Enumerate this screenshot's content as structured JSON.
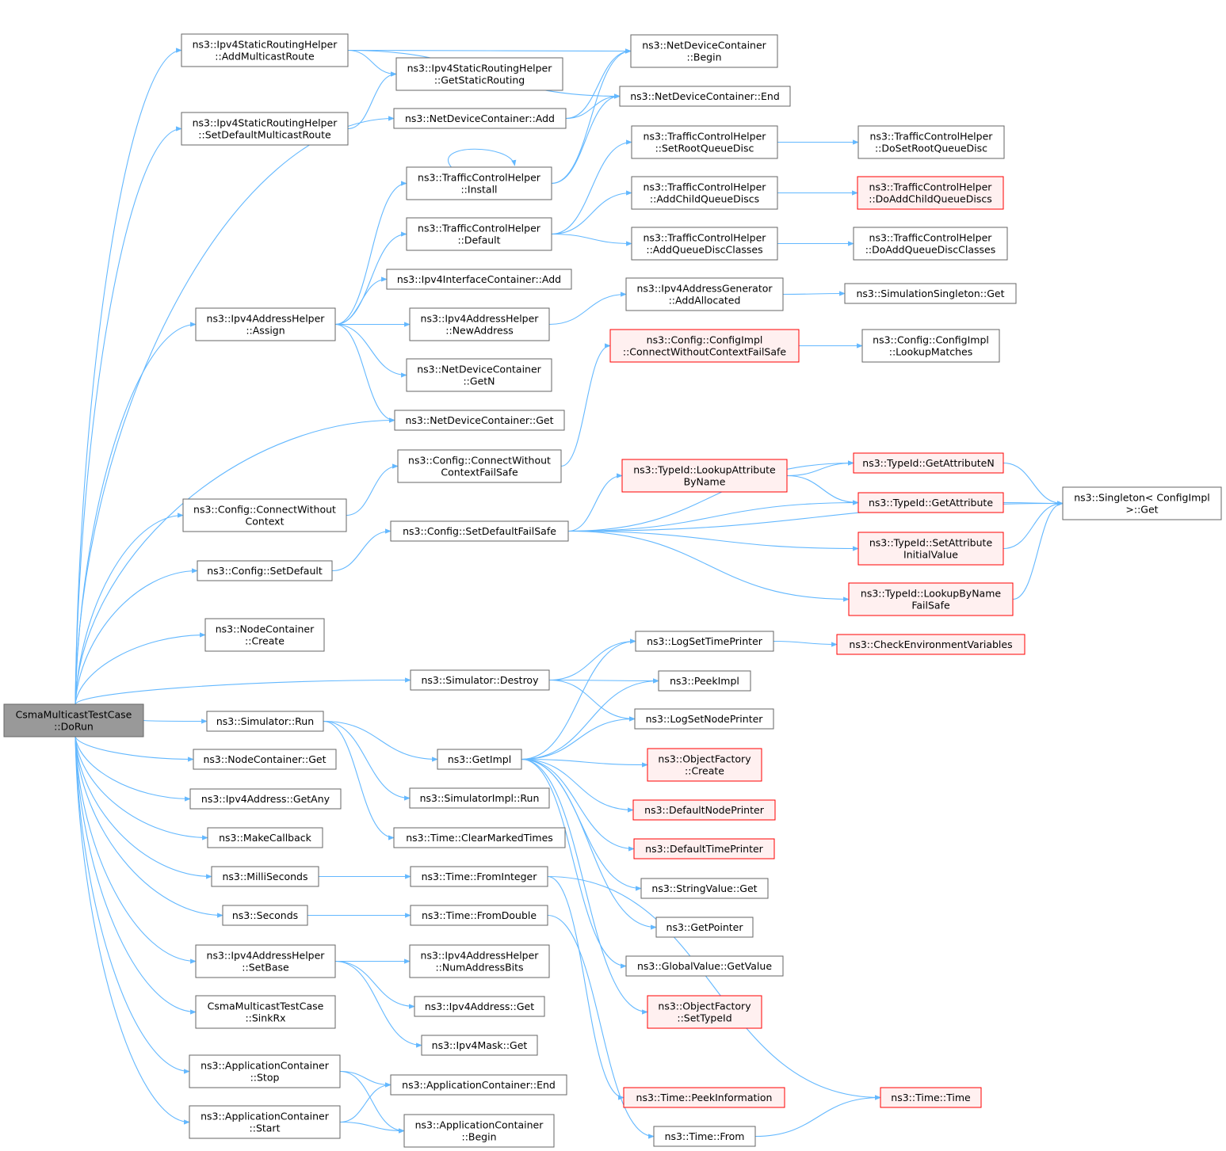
{
  "graph": {
    "colors": {
      "edge": "#63b8ff",
      "node_border": "#666666",
      "node_fill": "#ffffff",
      "root_fill": "#999999",
      "truncated_border": "#ff0000",
      "truncated_fill": "#fff0f0"
    },
    "nodes": [
      {
        "id": "dorun",
        "lines": [
          "CsmaMulticastTestCase",
          "::DoRun"
        ],
        "style": "root"
      },
      {
        "id": "addmcroute",
        "lines": [
          "ns3::Ipv4StaticRoutingHelper",
          "::AddMulticastRoute"
        ],
        "style": "normal"
      },
      {
        "id": "setdefmc",
        "lines": [
          "ns3::Ipv4StaticRoutingHelper",
          "::SetDefaultMulticastRoute"
        ],
        "style": "normal"
      },
      {
        "id": "addrassign",
        "lines": [
          "ns3::Ipv4AddressHelper",
          "::Assign"
        ],
        "style": "normal"
      },
      {
        "id": "cfgconnwo",
        "lines": [
          "ns3::Config::ConnectWithout",
          "Context"
        ],
        "style": "normal"
      },
      {
        "id": "cfgsetdef",
        "lines": [
          "ns3::Config::SetDefault"
        ],
        "style": "normal"
      },
      {
        "id": "nccreate",
        "lines": [
          "ns3::NodeContainer",
          "::Create"
        ],
        "style": "normal"
      },
      {
        "id": "simrun",
        "lines": [
          "ns3::Simulator::Run"
        ],
        "style": "normal"
      },
      {
        "id": "ncget",
        "lines": [
          "ns3::NodeContainer::Get"
        ],
        "style": "normal"
      },
      {
        "id": "ipv4any",
        "lines": [
          "ns3::Ipv4Address::GetAny"
        ],
        "style": "normal"
      },
      {
        "id": "makecb",
        "lines": [
          "ns3::MakeCallback"
        ],
        "style": "normal"
      },
      {
        "id": "millis",
        "lines": [
          "ns3::MilliSeconds"
        ],
        "style": "normal"
      },
      {
        "id": "seconds",
        "lines": [
          "ns3::Seconds"
        ],
        "style": "normal"
      },
      {
        "id": "setbase",
        "lines": [
          "ns3::Ipv4AddressHelper",
          "::SetBase"
        ],
        "style": "normal"
      },
      {
        "id": "sinkrx",
        "lines": [
          "CsmaMulticastTestCase",
          "::SinkRx"
        ],
        "style": "normal"
      },
      {
        "id": "appstop",
        "lines": [
          "ns3::ApplicationContainer",
          "::Stop"
        ],
        "style": "normal"
      },
      {
        "id": "appstart",
        "lines": [
          "ns3::ApplicationContainer",
          "::Start"
        ],
        "style": "normal"
      },
      {
        "id": "getstatic",
        "lines": [
          "ns3::Ipv4StaticRoutingHelper",
          "::GetStaticRouting"
        ],
        "style": "normal"
      },
      {
        "id": "ndcadd",
        "lines": [
          "ns3::NetDeviceContainer::Add"
        ],
        "style": "normal"
      },
      {
        "id": "tchinstall",
        "lines": [
          "ns3::TrafficControlHelper",
          "::Install"
        ],
        "style": "normal"
      },
      {
        "id": "tchdefault",
        "lines": [
          "ns3::TrafficControlHelper",
          "::Default"
        ],
        "style": "normal"
      },
      {
        "id": "ifcadd",
        "lines": [
          "ns3::Ipv4InterfaceContainer::Add"
        ],
        "style": "normal"
      },
      {
        "id": "newaddr",
        "lines": [
          "ns3::Ipv4AddressHelper",
          "::NewAddress"
        ],
        "style": "normal"
      },
      {
        "id": "ndcgetn",
        "lines": [
          "ns3::NetDeviceContainer",
          "::GetN"
        ],
        "style": "normal"
      },
      {
        "id": "ndcget",
        "lines": [
          "ns3::NetDeviceContainer::Get"
        ],
        "style": "normal"
      },
      {
        "id": "cfgconnwofs",
        "lines": [
          "ns3::Config::ConnectWithout",
          "ContextFailSafe"
        ],
        "style": "normal"
      },
      {
        "id": "cfgsetdeffs",
        "lines": [
          "ns3::Config::SetDefaultFailSafe"
        ],
        "style": "normal"
      },
      {
        "id": "simdestroy",
        "lines": [
          "ns3::Simulator::Destroy"
        ],
        "style": "normal"
      },
      {
        "id": "getimpl",
        "lines": [
          "ns3::GetImpl"
        ],
        "style": "normal"
      },
      {
        "id": "simimplrun",
        "lines": [
          "ns3::SimulatorImpl::Run"
        ],
        "style": "normal"
      },
      {
        "id": "clearmarked",
        "lines": [
          "ns3::Time::ClearMarkedTimes"
        ],
        "style": "normal"
      },
      {
        "id": "fromint",
        "lines": [
          "ns3::Time::FromInteger"
        ],
        "style": "normal"
      },
      {
        "id": "fromdouble",
        "lines": [
          "ns3::Time::FromDouble"
        ],
        "style": "normal"
      },
      {
        "id": "numaddrbits",
        "lines": [
          "ns3::Ipv4AddressHelper",
          "::NumAddressBits"
        ],
        "style": "normal"
      },
      {
        "id": "ipv4addrget",
        "lines": [
          "ns3::Ipv4Address::Get"
        ],
        "style": "normal"
      },
      {
        "id": "ipv4maskget",
        "lines": [
          "ns3::Ipv4Mask::Get"
        ],
        "style": "normal"
      },
      {
        "id": "append",
        "lines": [
          "ns3::ApplicationContainer::End"
        ],
        "style": "normal"
      },
      {
        "id": "appbegin",
        "lines": [
          "ns3::ApplicationContainer",
          "::Begin"
        ],
        "style": "normal"
      },
      {
        "id": "ndcbegin",
        "lines": [
          "ns3::NetDeviceContainer",
          "::Begin"
        ],
        "style": "normal"
      },
      {
        "id": "ndcend",
        "lines": [
          "ns3::NetDeviceContainer::End"
        ],
        "style": "normal"
      },
      {
        "id": "setrootqd",
        "lines": [
          "ns3::TrafficControlHelper",
          "::SetRootQueueDisc"
        ],
        "style": "normal"
      },
      {
        "id": "addchildqd",
        "lines": [
          "ns3::TrafficControlHelper",
          "::AddChildQueueDiscs"
        ],
        "style": "normal"
      },
      {
        "id": "addqdclasses",
        "lines": [
          "ns3::TrafficControlHelper",
          "::AddQueueDiscClasses"
        ],
        "style": "normal"
      },
      {
        "id": "addralloc",
        "lines": [
          "ns3::Ipv4AddressGenerator",
          "::AddAllocated"
        ],
        "style": "normal"
      },
      {
        "id": "cfgimplconn",
        "lines": [
          "ns3::Config::ConfigImpl",
          "::ConnectWithoutContextFailSafe"
        ],
        "style": "truncated"
      },
      {
        "id": "lookupattr",
        "lines": [
          "ns3::TypeId::LookupAttribute",
          "ByName"
        ],
        "style": "truncated"
      },
      {
        "id": "logsettime",
        "lines": [
          "ns3::LogSetTimePrinter"
        ],
        "style": "normal"
      },
      {
        "id": "peekimpl",
        "lines": [
          "ns3::PeekImpl"
        ],
        "style": "normal"
      },
      {
        "id": "logsetnode",
        "lines": [
          "ns3::LogSetNodePrinter"
        ],
        "style": "normal"
      },
      {
        "id": "ofcreate",
        "lines": [
          "ns3::ObjectFactory",
          "::Create"
        ],
        "style": "truncated"
      },
      {
        "id": "defnodeprinter",
        "lines": [
          "ns3::DefaultNodePrinter"
        ],
        "style": "truncated"
      },
      {
        "id": "deftimeprinter",
        "lines": [
          "ns3::DefaultTimePrinter"
        ],
        "style": "truncated"
      },
      {
        "id": "strvalget",
        "lines": [
          "ns3::StringValue::Get"
        ],
        "style": "normal"
      },
      {
        "id": "getpointer",
        "lines": [
          "ns3::GetPointer"
        ],
        "style": "normal"
      },
      {
        "id": "gvgetvalue",
        "lines": [
          "ns3::GlobalValue::GetValue"
        ],
        "style": "normal"
      },
      {
        "id": "ofsettypeid",
        "lines": [
          "ns3::ObjectFactory",
          "::SetTypeId"
        ],
        "style": "truncated"
      },
      {
        "id": "peekinfo",
        "lines": [
          "ns3::Time::PeekInformation"
        ],
        "style": "truncated"
      },
      {
        "id": "timefrom",
        "lines": [
          "ns3::Time::From"
        ],
        "style": "normal"
      },
      {
        "id": "dosetroot",
        "lines": [
          "ns3::TrafficControlHelper",
          "::DoSetRootQueueDisc"
        ],
        "style": "normal"
      },
      {
        "id": "doaddchild",
        "lines": [
          "ns3::TrafficControlHelper",
          "::DoAddChildQueueDiscs"
        ],
        "style": "truncated"
      },
      {
        "id": "doaddclasses",
        "lines": [
          "ns3::TrafficControlHelper",
          "::DoAddQueueDiscClasses"
        ],
        "style": "normal"
      },
      {
        "id": "simsingleget",
        "lines": [
          "ns3::SimulationSingleton::Get"
        ],
        "style": "normal"
      },
      {
        "id": "lookupmatches",
        "lines": [
          "ns3::Config::ConfigImpl",
          "::LookupMatches"
        ],
        "style": "normal"
      },
      {
        "id": "getattrn",
        "lines": [
          "ns3::TypeId::GetAttributeN"
        ],
        "style": "truncated"
      },
      {
        "id": "getattr",
        "lines": [
          "ns3::TypeId::GetAttribute"
        ],
        "style": "truncated"
      },
      {
        "id": "setattrinit",
        "lines": [
          "ns3::TypeId::SetAttribute",
          "InitialValue"
        ],
        "style": "truncated"
      },
      {
        "id": "lookupbyname",
        "lines": [
          "ns3::TypeId::LookupByName",
          "FailSafe"
        ],
        "style": "truncated"
      },
      {
        "id": "checkenv",
        "lines": [
          "ns3::CheckEnvironmentVariables"
        ],
        "style": "truncated"
      },
      {
        "id": "timetime",
        "lines": [
          "ns3::Time::Time"
        ],
        "style": "truncated"
      },
      {
        "id": "singletonget",
        "lines": [
          "ns3::Singleton< ConfigImpl",
          " >::Get"
        ],
        "style": "normal"
      }
    ],
    "edges": [
      [
        "dorun",
        "addmcroute"
      ],
      [
        "dorun",
        "setdefmc"
      ],
      [
        "dorun",
        "ndcadd"
      ],
      [
        "dorun",
        "addrassign"
      ],
      [
        "dorun",
        "ndcget"
      ],
      [
        "dorun",
        "cfgconnwo"
      ],
      [
        "dorun",
        "cfgsetdef"
      ],
      [
        "dorun",
        "nccreate"
      ],
      [
        "dorun",
        "simdestroy"
      ],
      [
        "dorun",
        "simrun"
      ],
      [
        "dorun",
        "ncget"
      ],
      [
        "dorun",
        "ipv4any"
      ],
      [
        "dorun",
        "makecb"
      ],
      [
        "dorun",
        "millis"
      ],
      [
        "dorun",
        "seconds"
      ],
      [
        "dorun",
        "setbase"
      ],
      [
        "dorun",
        "sinkrx"
      ],
      [
        "dorun",
        "appstop"
      ],
      [
        "dorun",
        "appstart"
      ],
      [
        "addmcroute",
        "ndcbegin"
      ],
      [
        "addmcroute",
        "ndcend"
      ],
      [
        "addmcroute",
        "getstatic"
      ],
      [
        "setdefmc",
        "getstatic"
      ],
      [
        "ndcadd",
        "ndcbegin"
      ],
      [
        "ndcadd",
        "ndcend"
      ],
      [
        "tchinstall",
        "tchinstall"
      ],
      [
        "tchinstall",
        "ndcbegin"
      ],
      [
        "tchinstall",
        "ndcend"
      ],
      [
        "tchdefault",
        "setrootqd"
      ],
      [
        "tchdefault",
        "addchildqd"
      ],
      [
        "tchdefault",
        "addqdclasses"
      ],
      [
        "addrassign",
        "tchinstall"
      ],
      [
        "addrassign",
        "tchdefault"
      ],
      [
        "addrassign",
        "ifcadd"
      ],
      [
        "addrassign",
        "newaddr"
      ],
      [
        "addrassign",
        "ndcgetn"
      ],
      [
        "addrassign",
        "ndcget"
      ],
      [
        "newaddr",
        "addralloc"
      ],
      [
        "cfgconnwo",
        "cfgconnwofs"
      ],
      [
        "cfgconnwofs",
        "cfgimplconn"
      ],
      [
        "cfgimplconn",
        "lookupmatches"
      ],
      [
        "cfgsetdef",
        "cfgsetdeffs"
      ],
      [
        "cfgsetdeffs",
        "singletonget"
      ],
      [
        "cfgsetdeffs",
        "getattrn"
      ],
      [
        "cfgsetdeffs",
        "lookupattr"
      ],
      [
        "cfgsetdeffs",
        "getattr"
      ],
      [
        "cfgsetdeffs",
        "setattrinit"
      ],
      [
        "cfgsetdeffs",
        "lookupbyname"
      ],
      [
        "lookupattr",
        "getattrn"
      ],
      [
        "lookupattr",
        "getattr"
      ],
      [
        "getattrn",
        "singletonget"
      ],
      [
        "getattr",
        "singletonget"
      ],
      [
        "setattrinit",
        "singletonget"
      ],
      [
        "lookupbyname",
        "singletonget"
      ],
      [
        "setrootqd",
        "dosetroot"
      ],
      [
        "addchildqd",
        "doaddchild"
      ],
      [
        "addqdclasses",
        "doaddclasses"
      ],
      [
        "addralloc",
        "simsingleget"
      ],
      [
        "simdestroy",
        "logsettime"
      ],
      [
        "simdestroy",
        "peekimpl"
      ],
      [
        "simdestroy",
        "logsetnode"
      ],
      [
        "simrun",
        "getimpl"
      ],
      [
        "simrun",
        "simimplrun"
      ],
      [
        "simrun",
        "clearmarked"
      ],
      [
        "getimpl",
        "logsettime"
      ],
      [
        "getimpl",
        "peekimpl"
      ],
      [
        "getimpl",
        "logsetnode"
      ],
      [
        "getimpl",
        "ofcreate"
      ],
      [
        "getimpl",
        "defnodeprinter"
      ],
      [
        "getimpl",
        "deftimeprinter"
      ],
      [
        "getimpl",
        "strvalget"
      ],
      [
        "getimpl",
        "getpointer"
      ],
      [
        "getimpl",
        "gvgetvalue"
      ],
      [
        "getimpl",
        "ofsettypeid"
      ],
      [
        "logsettime",
        "checkenv"
      ],
      [
        "millis",
        "fromint"
      ],
      [
        "seconds",
        "fromdouble"
      ],
      [
        "fromint",
        "peekinfo"
      ],
      [
        "fromint",
        "timetime"
      ],
      [
        "fromdouble",
        "timefrom"
      ],
      [
        "timefrom",
        "timetime"
      ],
      [
        "setbase",
        "numaddrbits"
      ],
      [
        "setbase",
        "ipv4addrget"
      ],
      [
        "setbase",
        "ipv4maskget"
      ],
      [
        "appstop",
        "append"
      ],
      [
        "appstop",
        "appbegin"
      ],
      [
        "appstart",
        "append"
      ],
      [
        "appstart",
        "appbegin"
      ]
    ]
  }
}
